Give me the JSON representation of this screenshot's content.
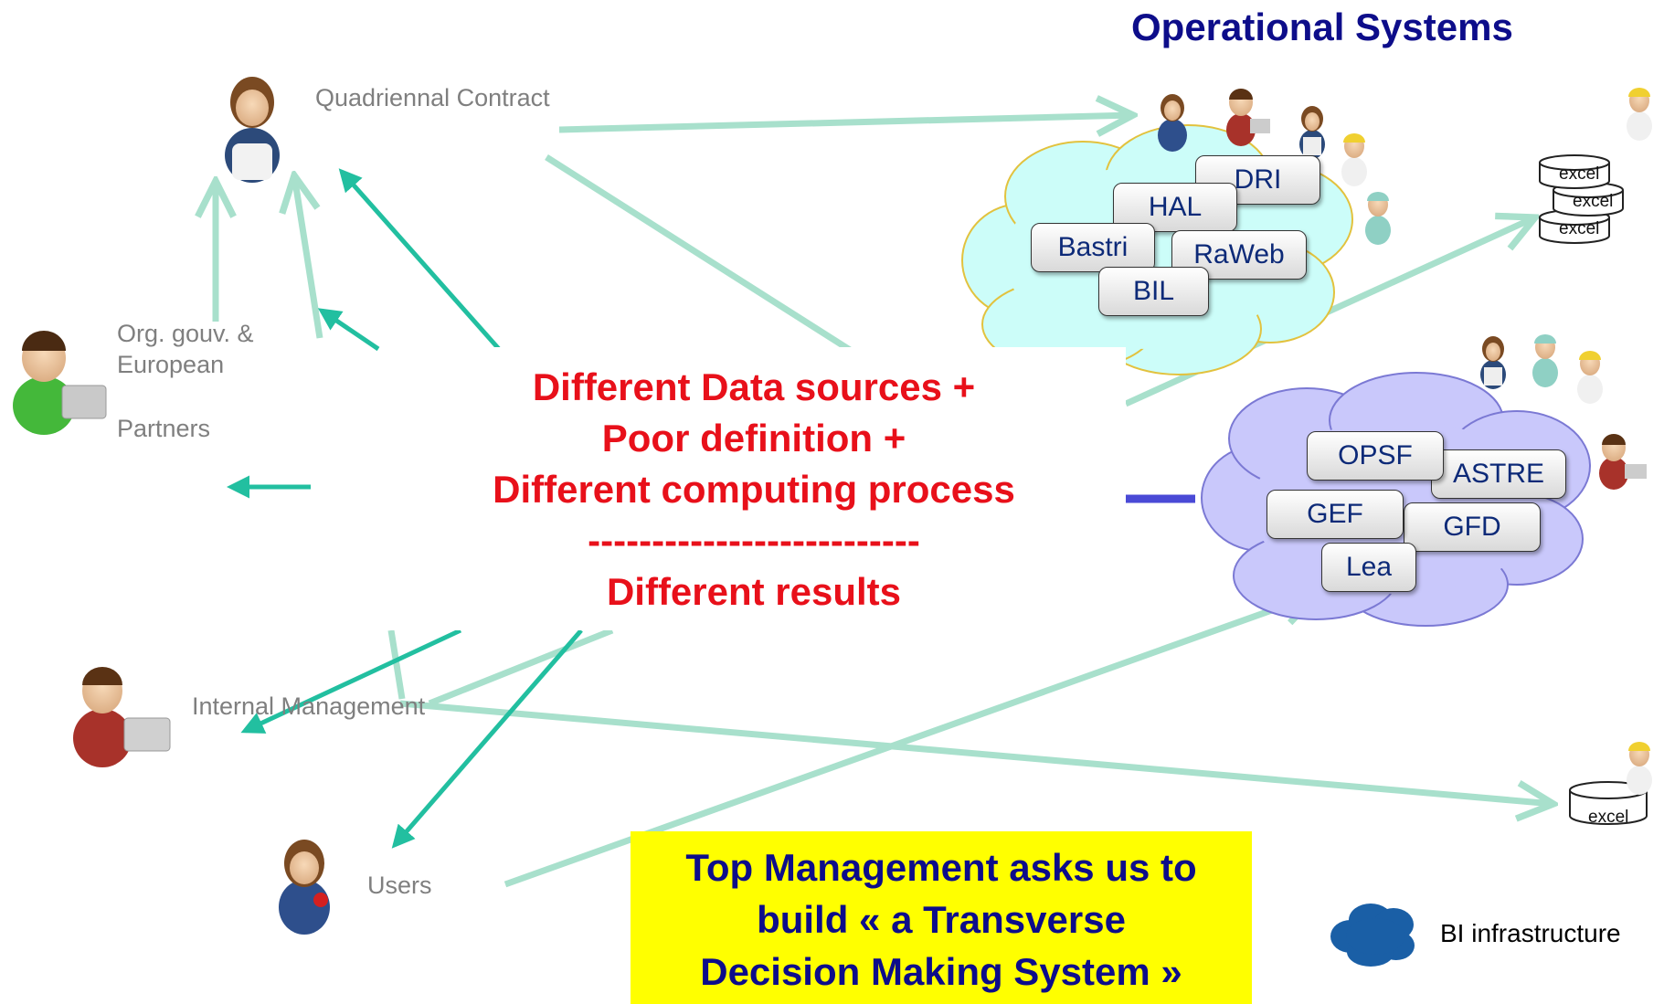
{
  "title": "Operational Systems",
  "actors": {
    "quadriennal": "Quadriennal Contract",
    "org_line1": "Org. gouv. &",
    "org_line2": "European",
    "org_line3": "Partners",
    "internal": "Internal Management",
    "users": "Users"
  },
  "cloud1": {
    "systems": [
      "DRI",
      "HAL",
      "Bastri",
      "RaWeb",
      "BIL"
    ]
  },
  "cloud2": {
    "systems": [
      "OPSF",
      "ASTRE",
      "GEF",
      "GFD",
      "Lea"
    ]
  },
  "excel_label": "excel",
  "center_message": {
    "line1": "Different Data sources +",
    "line2": "Poor definition +",
    "line3": "Different computing process",
    "divider": "--------------------------",
    "line4": "Different results"
  },
  "callout": {
    "line1": "Top Management asks us to",
    "line2": "build « a Transverse",
    "line3": "Decision Making System »"
  },
  "legend": {
    "label": "BI infrastructure"
  },
  "colors": {
    "title": "#0d0d8a",
    "light_arrow": "#a8e0cc",
    "teal_arrow": "#22bfa0",
    "message_red": "#e8101a",
    "callout_bg": "#ffff00",
    "cloud1_fill": "#ccfdf9",
    "cloud1_stroke": "#e2c23e",
    "cloud2_fill": "#c9c8fb",
    "cloud2_stroke": "#7b79d4",
    "legend_cloud": "#1a5fa6"
  }
}
